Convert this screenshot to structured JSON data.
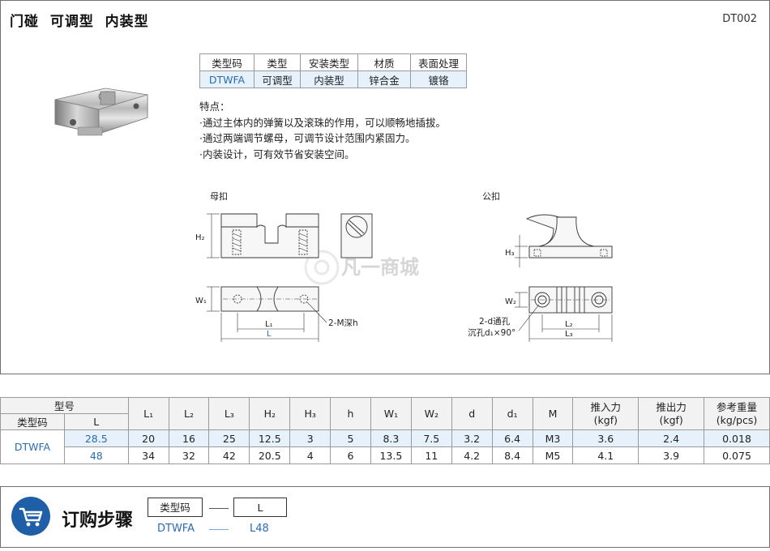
{
  "header": {
    "title": "门碰  可调型  内装型",
    "code": "DT002"
  },
  "info_table": {
    "headers": [
      "类型码",
      "类型",
      "安装类型",
      "材质",
      "表面处理"
    ],
    "row": [
      "DTWFA",
      "可调型",
      "内装型",
      "锌合金",
      "镀铬"
    ]
  },
  "features": {
    "heading": "特点：",
    "items": [
      "·通过主体内的弹簧以及滚珠的作用，可以顺畅地插拔。",
      "·通过两端调节螺母，可调节设计范围内紧固力。",
      "·内装设计，可有效节省安装空间。"
    ]
  },
  "drawing": {
    "female_label": "母扣",
    "male_label": "公扣",
    "dim_h2": "H₂",
    "dim_w1": "W₁",
    "dim_l1": "L₁",
    "dim_l": "L",
    "dim_2m": "2-M深h",
    "dim_h3": "H₃",
    "dim_w2": "W₂",
    "dim_l2": "L₂",
    "dim_l3": "L₃",
    "dim_2d": "2-d通孔",
    "dim_sink": "沉孔d₁×90°",
    "watermark": "凡一商城"
  },
  "spec_table": {
    "group_header": "型号",
    "sub_headers": [
      "类型码",
      "L"
    ],
    "columns": [
      "L₁",
      "L₂",
      "L₃",
      "H₂",
      "H₃",
      "h",
      "W₁",
      "W₂",
      "d",
      "d₁",
      "M",
      "推入力\n(kgf)",
      "推出力\n(kgf)",
      "参考重量\n(kg/pcs)"
    ],
    "model": "DTWFA",
    "rows": [
      {
        "L": "28.5",
        "values": [
          "20",
          "16",
          "25",
          "12.5",
          "3",
          "5",
          "8.3",
          "7.5",
          "3.2",
          "6.4",
          "M3",
          "3.6",
          "2.4",
          "0.018"
        ]
      },
      {
        "L": "48",
        "values": [
          "34",
          "32",
          "42",
          "20.5",
          "4",
          "6",
          "13.5",
          "11",
          "4.2",
          "8.4",
          "M5",
          "4.1",
          "3.9",
          "0.075"
        ]
      }
    ]
  },
  "order": {
    "title": "订购步骤",
    "box1": "类型码",
    "box2": "L",
    "example1": "DTWFA",
    "example2": "L48",
    "accent": "#1f5fa8"
  }
}
